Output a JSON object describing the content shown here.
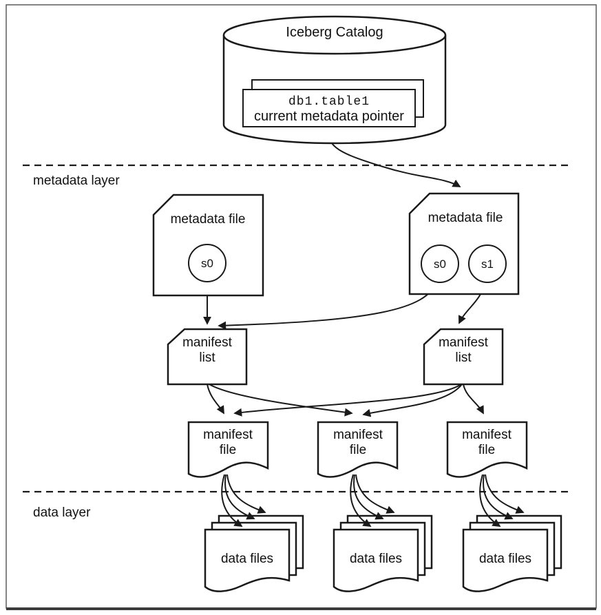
{
  "catalog": {
    "label": "Iceberg Catalog",
    "table": "db1.table1",
    "pointer": "current metadata pointer"
  },
  "layers": {
    "metadata_label": "metadata layer",
    "data_label": "data layer"
  },
  "metadata_file_left": {
    "label": "metadata file",
    "s0": "s0"
  },
  "metadata_file_right": {
    "label": "metadata file",
    "s0": "s0",
    "s1": "s1"
  },
  "manifest_list_left": {
    "label": "manifest list"
  },
  "manifest_list_right": {
    "label": "manifest list"
  },
  "manifest_files": {
    "f1": "manifest file",
    "f2": "manifest file",
    "f3": "manifest file"
  },
  "data_files": {
    "g1": "data files",
    "g2": "data files",
    "g3": "data files"
  },
  "colors": {
    "stroke": "#1a1a1a",
    "frame": "#5a5a5a",
    "background": "#ffffff"
  }
}
